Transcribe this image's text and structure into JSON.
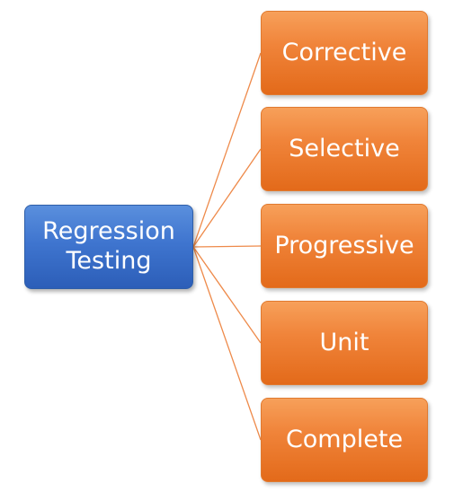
{
  "root": {
    "line1": "Regression",
    "line2": "Testing"
  },
  "children": [
    {
      "label": "Corrective"
    },
    {
      "label": "Selective"
    },
    {
      "label": "Progressive"
    },
    {
      "label": "Unit"
    },
    {
      "label": "Complete"
    }
  ],
  "colors": {
    "root_fill": "#3f75cf",
    "child_fill": "#f0843a",
    "connector": "#ee8a4a"
  }
}
